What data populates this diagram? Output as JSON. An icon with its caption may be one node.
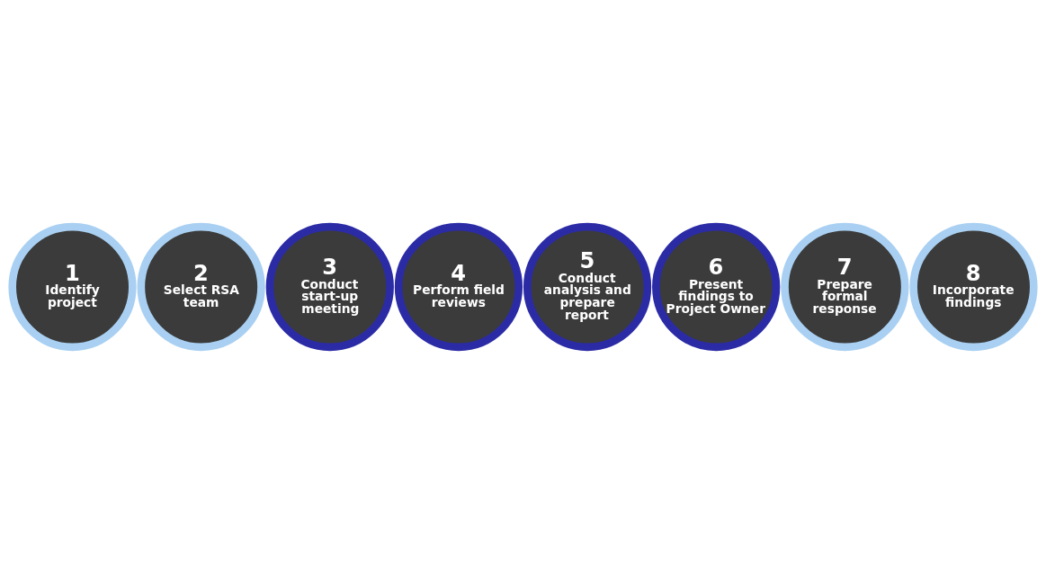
{
  "diagram": {
    "nodes": [
      {
        "text": [
          "1",
          "Identify project"
        ]
      },
      {
        "text": [
          "2",
          "Select RSA team"
        ]
      },
      {
        "text": [
          "3",
          "Conduct start-up meeting"
        ]
      },
      {
        "text": [
          "4",
          "Perform field reviews"
        ]
      },
      {
        "text": [
          "5",
          "Conduct analysis and prepare report"
        ]
      },
      {
        "text": [
          "6",
          "Present findings to Project Owner"
        ]
      },
      {
        "text": [
          "7",
          "Prepare formal response"
        ]
      },
      {
        "text": [
          "8",
          "Incorporate findings"
        ]
      }
    ],
    "edges": []
  }
}
